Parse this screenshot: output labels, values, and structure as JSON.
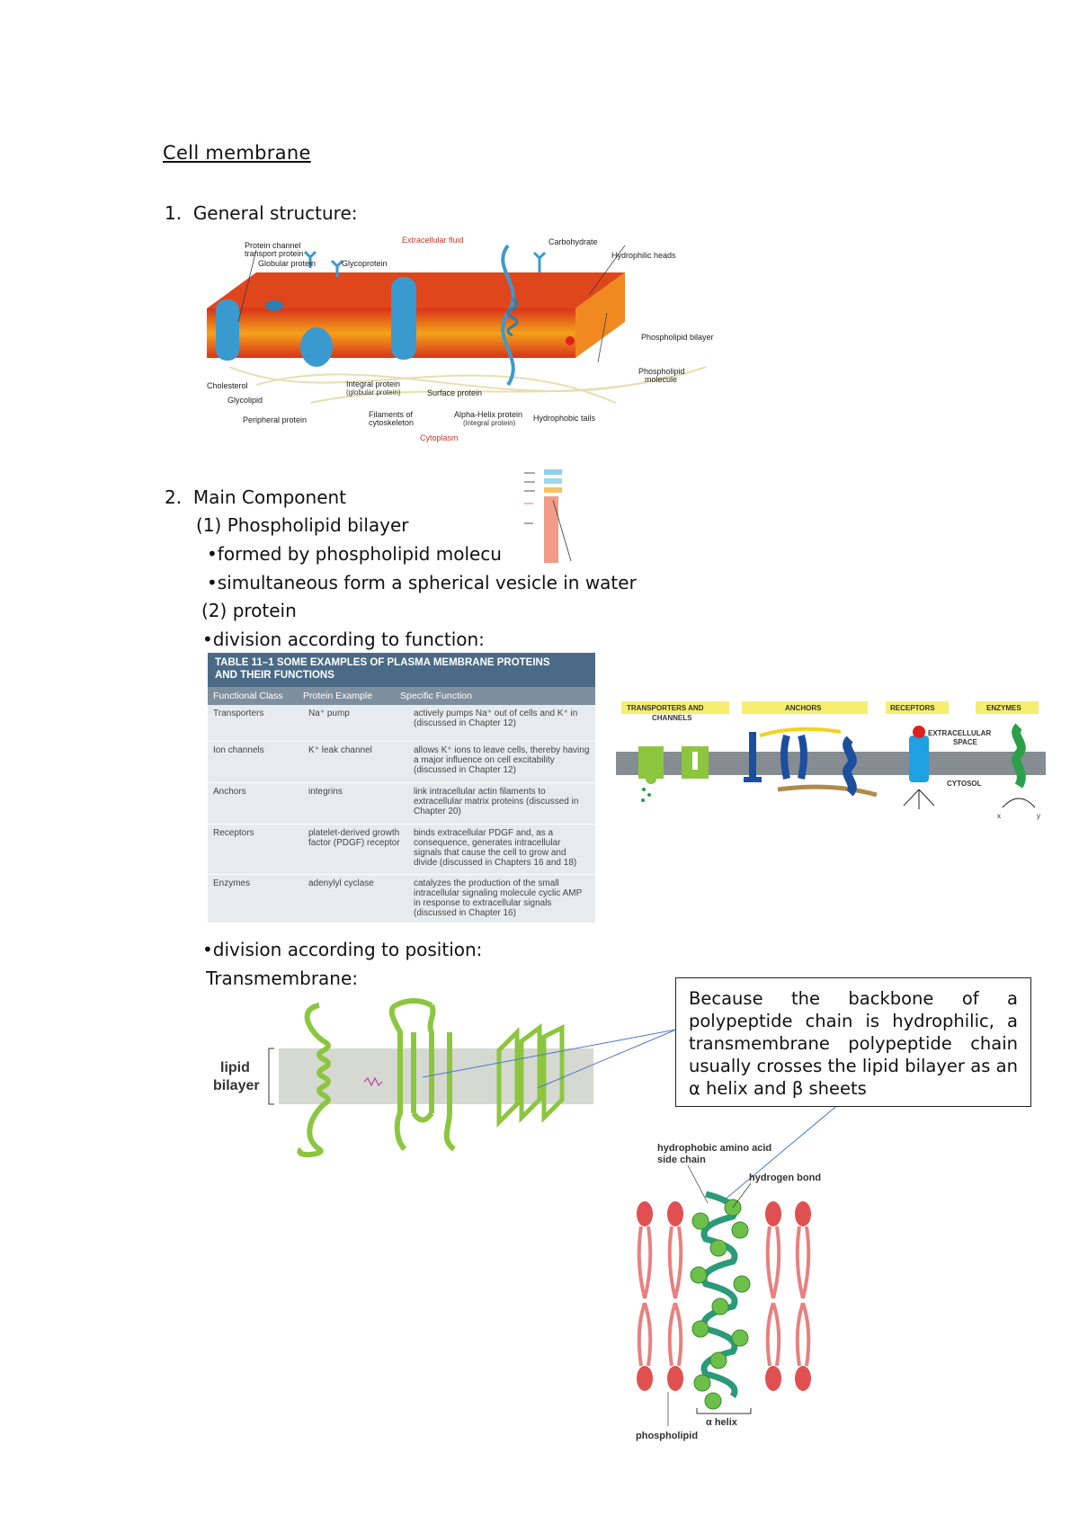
{
  "title": "Cell membrane",
  "sections": {
    "s1": {
      "number": "1.",
      "heading": "General structure:"
    },
    "s2": {
      "number": "2.",
      "heading": "Main Component"
    }
  },
  "lines": {
    "bilayer_heading": "(1) Phospholipid bilayer",
    "bullet1": "•formed by phospholipid molecu",
    "bullet2": "•simultaneous form a spherical vesicle in water",
    "protein_heading": "(2) protein",
    "bullet3": "•division according to function:",
    "bullet4": "•division according to position:",
    "transmembrane": "Transmembrane:"
  },
  "figure_membrane": {
    "labels": {
      "extracellular": "Extracellular fluid",
      "cytoplasm": "Cytoplasm",
      "protein_channel": "Protein channel",
      "transport_protein": "transport protein",
      "globular_protein": "Globular protein",
      "glycoprotein": "Glycoprotein",
      "carbohydrate": "Carbohydrate",
      "hydrophilic_heads": "Hydrophilic heads",
      "phospholipid_bilayer": "Phospholipid bilayer",
      "phospholipid_molecule": "Phospholipid",
      "molecule": "molecule",
      "cholesterol": "Cholesterol",
      "glycolipid": "Glycolipid",
      "peripheral_protein": "Peripheral protein",
      "integral_protein": "Integral protein",
      "globular_protein2": "(globular protein)",
      "surface_protein": "Surface protein",
      "filaments": "Filaments of",
      "cytoskeleton": "cytoskeleton",
      "alpha_helix_protein": "Alpha-Helix protein",
      "integral_protein2": "(integral protein)",
      "hydrophobic_tails": "Hydrophobic tails"
    }
  },
  "table": {
    "title_line1": "TABLE 11–1 SOME EXAMPLES OF PLASMA MEMBRANE PROTEINS",
    "title_line2": "AND THEIR FUNCTIONS",
    "columns": [
      "Functional Class",
      "Protein Example",
      "Specific Function"
    ],
    "rows": [
      {
        "cls": "Transporters",
        "ex": "Na⁺ pump",
        "fn": "actively pumps Na⁺ out of cells and K⁺ in (discussed in Chapter 12)"
      },
      {
        "cls": "Ion channels",
        "ex": "K⁺ leak channel",
        "fn": "allows K⁺ ions to leave cells, thereby having a major influence on cell excitability (discussed in Chapter 12)"
      },
      {
        "cls": "Anchors",
        "ex": "integrins",
        "fn": "link intracellular actin filaments to extracellular matrix proteins (discussed in Chapter 20)"
      },
      {
        "cls": "Receptors",
        "ex": "platelet-derived growth factor (PDGF) receptor",
        "fn": "binds extracellular PDGF and, as a consequence, generates intracellular signals that cause the cell to grow and divide (discussed in Chapters 16 and 18)"
      },
      {
        "cls": "Enzymes",
        "ex": "adenylyl cyclase",
        "fn": "catalyzes the production of the small intracellular signaling molecule cyclic AMP in response to extracellular signals (discussed in Chapter 16)"
      }
    ]
  },
  "figure_functions": {
    "labels": {
      "transporters": "TRANSPORTERS AND",
      "channels": "CHANNELS",
      "anchors": "ANCHORS",
      "receptors": "RECEPTORS",
      "enzymes": "ENZYMES",
      "extracellular": "EXTRACELLULAR",
      "space": "SPACE",
      "cytosol": "CYTOSOL",
      "x": "x",
      "y": "y"
    }
  },
  "figure_transmembrane": {
    "labels": {
      "lipid": "lipid",
      "bilayer": "bilayer"
    }
  },
  "note": "Because the backbone of a polypeptide chain is hydrophilic, a transmembrane polypeptide chain usually crosses the lipid bilayer as an α helix and β sheets",
  "figure_helix": {
    "labels": {
      "hydrophobic_line1": "hydrophobic amino acid",
      "hydrophobic_line2": "side chain",
      "hydrogen_bond": "hydrogen bond",
      "alpha_helix": "α helix",
      "phospholipid": "phospholipid"
    }
  },
  "colors": {
    "membrane_orange": "#e0461c",
    "protein_blue": "#3a9ad0",
    "protein_green": "#8cc63f",
    "table_header": "#4a6a86",
    "table_body": "#e8ebed",
    "phospholipid_red": "#e05050",
    "helix_green": "#6cc04a"
  }
}
